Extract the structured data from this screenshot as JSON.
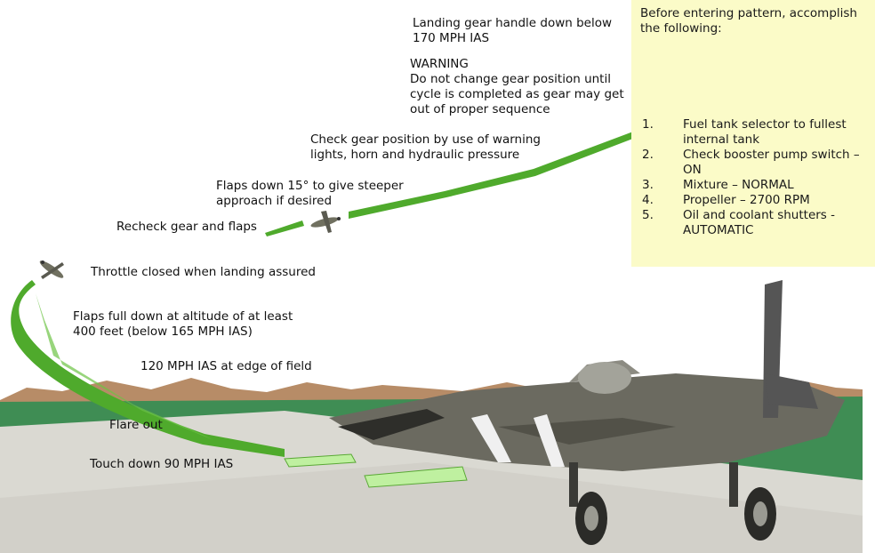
{
  "colors": {
    "sky": "#ffffff",
    "ground": "#3f8d54",
    "runway": "#dad9d2",
    "mountains": "#b78c67",
    "flight_path": "#4faa2c",
    "flight_path_light": "#bff0a0",
    "note_background": "#fbfbc8",
    "aircraft": "#6b6a60"
  },
  "icons": {
    "aircraft_small": "small-aircraft-icon",
    "aircraft_large": "p51-mustang-illustration"
  },
  "labels": {
    "gear_handle": "Landing gear handle down below 170 MPH IAS",
    "warning_title": "WARNING",
    "warning_text": "Do not change gear position until cycle is completed as gear may get out of proper sequence",
    "check_gear": "Check gear position by use of warning lights, horn and hydraulic pressure",
    "flaps_15": "Flaps down 15° to give steeper approach if desired",
    "recheck": "Recheck gear and flaps",
    "throttle": "Throttle closed when landing assured",
    "flaps_full": "Flaps full down at altitude of at least 400 feet (below 165 MPH IAS)",
    "edge_of_field": "120 MPH IAS at edge of field",
    "flare": "Flare out",
    "touchdown": "Touch down 90 MPH IAS"
  },
  "checklist": {
    "title": "Before entering pattern, accomplish the following:",
    "items": [
      {
        "num": "1.",
        "text": "Fuel tank selector to fullest internal tank"
      },
      {
        "num": "2.",
        "text": "Check booster pump switch – ON"
      },
      {
        "num": "3.",
        "text": "Mixture – NORMAL"
      },
      {
        "num": "4.",
        "text": "Propeller – 2700 RPM"
      },
      {
        "num": "5.",
        "text": "Oil and coolant shutters - AUTOMATIC"
      }
    ]
  }
}
